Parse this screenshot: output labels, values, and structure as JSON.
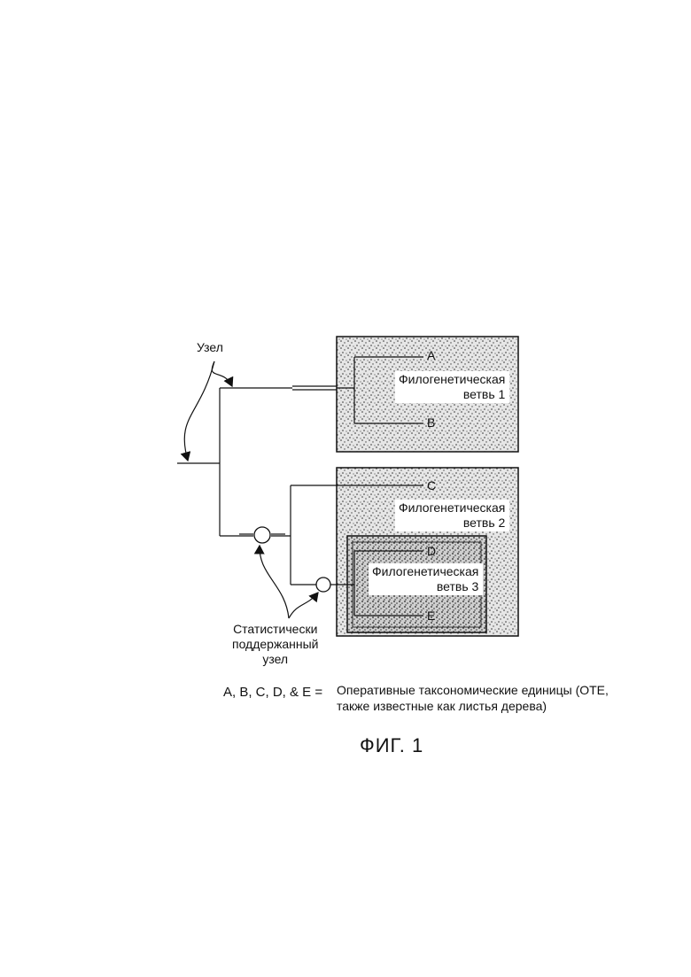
{
  "labels": {
    "node": "Узел",
    "supported_node_lines": [
      "Статистически",
      "поддержанный",
      "узел"
    ],
    "legend_key": "A, B, C, D, & E =",
    "legend_lines": [
      "Оперативные таксономические единицы (ОТЕ,",
      "также известные как листья дерева)"
    ],
    "figure_caption": "ФИГ. 1"
  },
  "clades": [
    {
      "id": "clade1",
      "lines": [
        "Филогенетическая",
        "ветвь 1"
      ]
    },
    {
      "id": "clade2",
      "lines": [
        "Филогенетическая",
        "ветвь 2"
      ]
    },
    {
      "id": "clade3",
      "lines": [
        "Филогенетическая",
        "ветвь 3"
      ]
    }
  ],
  "leaves": [
    "A",
    "B",
    "C",
    "D",
    "E"
  ]
}
